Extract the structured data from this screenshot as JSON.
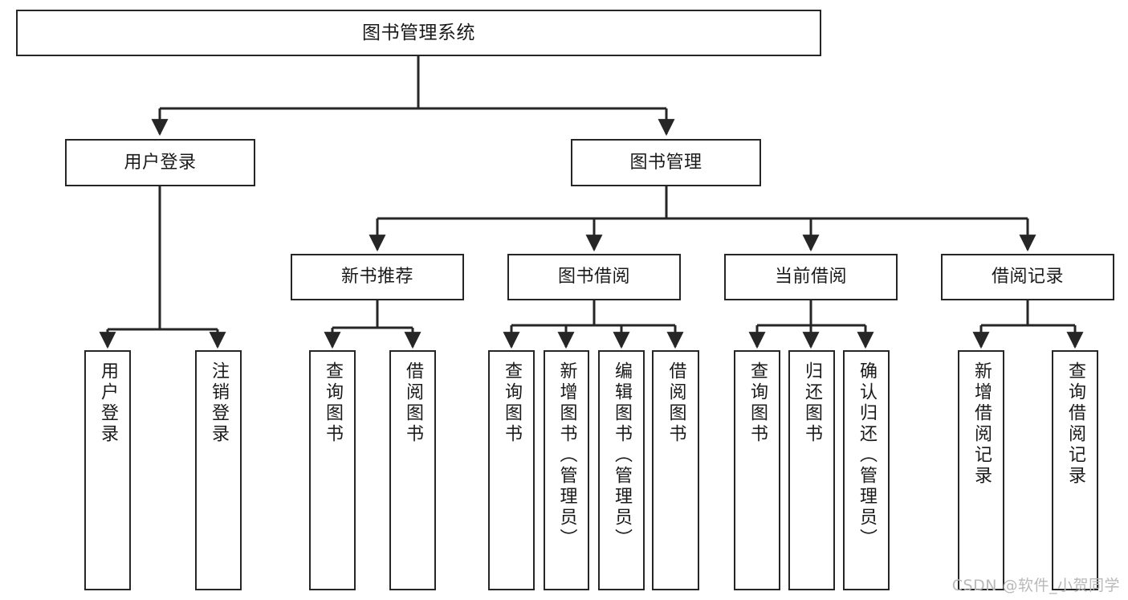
{
  "diagram": {
    "title": "图书管理系统",
    "watermark": "CSDN @软件_小贺同学",
    "line_color": "#262626",
    "box_fill": "#ffffff",
    "text_color": "#1a1a1a",
    "levels": {
      "root": {
        "label": "图书管理系统"
      },
      "level2": [
        {
          "label": "用户登录"
        },
        {
          "label": "图书管理"
        }
      ],
      "level3": [
        {
          "label": "新书推荐"
        },
        {
          "label": "图书借阅"
        },
        {
          "label": "当前借阅"
        },
        {
          "label": "借阅记录"
        }
      ],
      "level4": {
        "user_login_children": [
          {
            "label": "用户登录"
          },
          {
            "label": "注销登录"
          }
        ],
        "new_book_children": [
          {
            "label": "查询图书"
          },
          {
            "label": "借阅图书"
          }
        ],
        "book_borrow_children": [
          {
            "label": "查询图书"
          },
          {
            "label": "新增图书（管理员）"
          },
          {
            "label": "编辑图书（管理员）"
          },
          {
            "label": "借阅图书"
          }
        ],
        "current_borrow_children": [
          {
            "label": "查询图书"
          },
          {
            "label": "归还图书"
          },
          {
            "label": "确认归还（管理员）"
          }
        ],
        "borrow_record_children": [
          {
            "label": "新增借阅记录"
          },
          {
            "label": "查询借阅记录"
          }
        ]
      }
    }
  }
}
